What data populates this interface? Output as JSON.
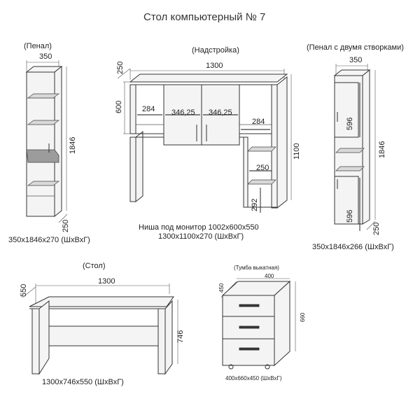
{
  "title": "Стол компьютерный № 7",
  "penal": {
    "label": "(Пенал)",
    "width": "350",
    "height": "1846",
    "depth": "250",
    "size": "350х1846х270 (ШхВхГ)"
  },
  "superstructure": {
    "label": "(Надстройка)",
    "depth": "250",
    "width": "1300",
    "height": "600",
    "sec_a": "284",
    "sec_b": "346,25",
    "sec_c": "346,25",
    "sec_d": "284",
    "shelf": "250",
    "niche_h": "292",
    "total_h": "1100",
    "niche_caption": "Ниша под монитор 1002х600х550",
    "size": "1300х1100х270 (ШхВхГ)"
  },
  "penal2": {
    "label": "(Пенал с двумя створками)",
    "width": "350",
    "door_top": "596",
    "door_bottom": "596",
    "height": "1846",
    "depth": "250",
    "size": "350х1846х266 (ШхВхГ)"
  },
  "desk": {
    "label": "(Стол)",
    "depth": "550",
    "width": "1300",
    "height": "746",
    "size": "1300х746х550 (ШхВхГ)"
  },
  "pedestal": {
    "label": "(Тумба выкатная)",
    "depth": "450",
    "width": "400",
    "height": "660",
    "size": "400х660х450 (ШхВхГ)"
  },
  "colors": {
    "line": "#333333",
    "door_dark": "#3a3a3a",
    "glass": "#9c9c9c"
  }
}
